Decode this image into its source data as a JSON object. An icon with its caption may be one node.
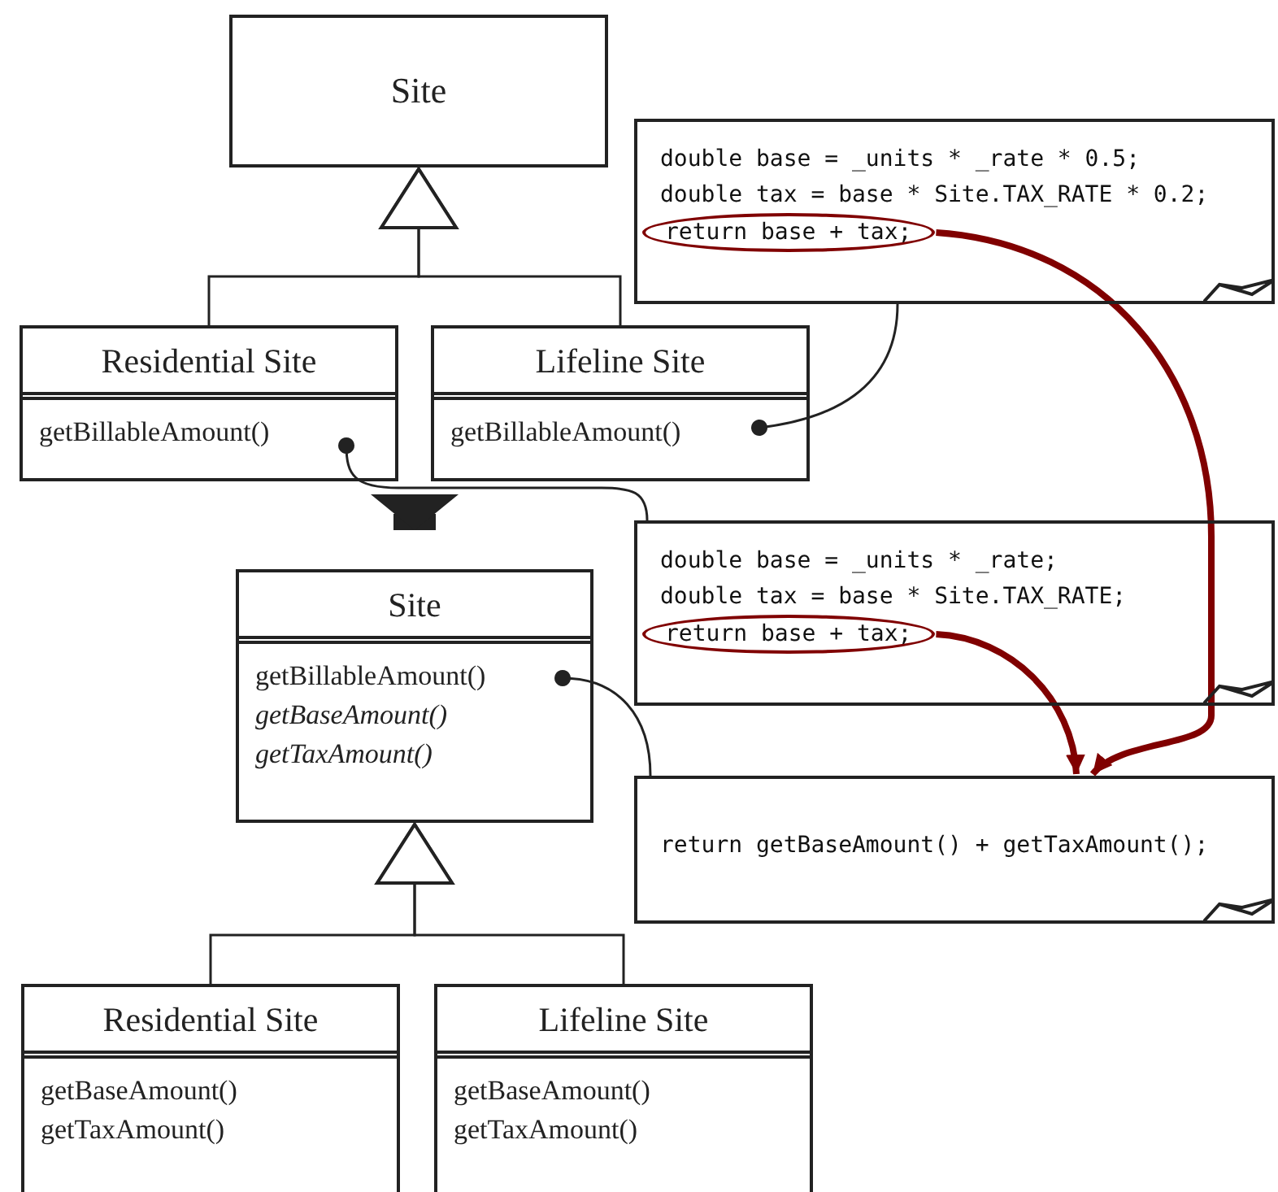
{
  "diagram": {
    "nodes": [
      {
        "text": [
          "Site"
        ]
      },
      {
        "text": [
          "Residential Site",
          "getBillableAmount()"
        ]
      },
      {
        "text": [
          "Lifeline Site",
          "getBillableAmount()"
        ]
      },
      {
        "text": [
          "double base = _units * _rate * 0.5;",
          "double tax = base * Site.TAX_RATE * 0.2;"
        ]
      },
      {
        "text": [
          "return base + tax;"
        ],
        "in": 3
      },
      {
        "text": [
          "double base = _units * _rate;",
          "double tax = base * Site.TAX_RATE;"
        ]
      },
      {
        "text": [
          "return base + tax;"
        ],
        "in": 5
      },
      {
        "text": [
          "Site",
          "getBillableAmount()",
          "getBaseAmount()",
          "getTaxAmount()"
        ]
      },
      {
        "text": [
          "return getBaseAmount() + getTaxAmount();"
        ]
      },
      {
        "text": [
          "Residential Site",
          "getBaseAmount()",
          "getTaxAmount()"
        ]
      },
      {
        "text": [
          "Lifeline Site",
          "getBaseAmount()",
          "getTaxAmount()"
        ]
      }
    ],
    "edges": [
      {
        "from": 1,
        "to": 0,
        "arrow": "to"
      },
      {
        "from": 2,
        "to": 0,
        "arrow": "to"
      },
      {
        "from": 3,
        "to": 2,
        "arrow": "other"
      },
      {
        "from": 5,
        "to": 1,
        "arrow": "other"
      },
      {
        "from": 4,
        "to": 8,
        "arrow": "to",
        "style": "thick",
        "color": "#800000"
      },
      {
        "from": 6,
        "to": 8,
        "arrow": "to",
        "style": "thick",
        "color": "#800000"
      },
      {
        "from": null,
        "to": 7,
        "arrow": "to",
        "style": "thick"
      },
      {
        "from": 8,
        "to": 7,
        "arrow": "other"
      },
      {
        "from": 9,
        "to": 7,
        "arrow": "to"
      },
      {
        "from": 10,
        "to": 7,
        "arrow": "to"
      }
    ]
  }
}
